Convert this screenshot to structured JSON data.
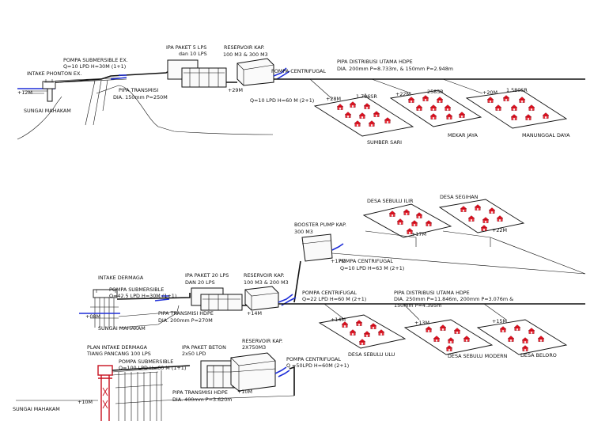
{
  "colors": {
    "house_red": "#e8101e",
    "water_blue": "#1f2fd8",
    "line": "#111111",
    "tower_red": "#c8101e"
  },
  "icons": [
    "house-icon",
    "pump-icon",
    "tank-icon",
    "tower-icon"
  ],
  "system1": {
    "pompa_submersible": [
      "POMPA SUBMERSIBLE EX.",
      "Q=10 LPD H=30M (1+1)"
    ],
    "intake": "INTAKE PHONTON EX.",
    "elev_intake": "+12M",
    "river": "SUNGAI MAHAKAM",
    "pipa_transmisi": [
      "PIPA TRANSMISI",
      "DIA. 150mm P=250M"
    ],
    "ipa_paket": [
      "IPA PAKET 5 LPS",
      "dan 10 LPS"
    ],
    "reservoir": [
      "RESERVOIR KAP.",
      "100 M3 & 300 M3"
    ],
    "elev_reservoir": "+29M",
    "pompa_centrifugal": [
      "POMPA CENTRIFUGAL",
      "Q=10 LPD H=60 M (2+1)"
    ],
    "pipa_distribusi": [
      "PIPA DISTRIBUSI UTAMA HDPE",
      "DIA. 200mm P=8.733m,  & 150mm P=2.948m"
    ],
    "villages": [
      {
        "elev": "+28M",
        "length": "1.796SR",
        "name": "SUMBER SARI"
      },
      {
        "elev": "+22M",
        "length": "258SR",
        "name": "MEKAR JAYA"
      },
      {
        "elev": "+20M",
        "length": "1.580SR",
        "name": "MANUNGGAL DAYA"
      }
    ]
  },
  "system2": {
    "intake": "INTAKE DERMAGA",
    "pompa_submersible": [
      "POMPA SUBMERSIBLE",
      "Q=42.5 LPD H=30M (1+1)"
    ],
    "elev_intake": "+08M",
    "river": "SUNGAI MAHAKAM",
    "pipa_transmisi": [
      "PIPA TRANSMISI HDPE",
      "DIA. 200mm P=270M"
    ],
    "ipa_paket": [
      "IPA PAKET 20 LPS",
      "DAN 20 LPS"
    ],
    "reservoir": [
      "RESERVOIR KAP.",
      "100 M3 & 200 M3"
    ],
    "elev_reservoir": "+14M",
    "pompa_centrifugal": [
      "POMPA CENTRIFUGAL",
      "Q=22 LPD H=60 M (2+1)"
    ],
    "booster": [
      "BOOSTER PUMP KAP.",
      "300 M3"
    ],
    "booster_elev": "+17M",
    "booster_pump": [
      "POMPA CENTRIFUGAL",
      "Q=10 LPD H=63 M (2+1)"
    ],
    "pipa_distribusi": [
      "PIPA DISTRIBUSI UTAMA HDPE",
      "DIA. 250mm P=11.846m, 200mm P=3.076m &",
      "150mm P=4.395m"
    ],
    "upper_villages": [
      {
        "name": "DESA SEBULU ILIR",
        "elev": "+17M"
      },
      {
        "name": "DESA SEGIHAN",
        "elev": "+22M"
      }
    ],
    "lower_villages": [
      {
        "name": "DESA SEBULU ULU",
        "elev": "+14M"
      },
      {
        "name": "DESA SEBULU MODERN",
        "elev": "+13M"
      },
      {
        "name": "DESA BELORO",
        "elev": "+15M"
      }
    ]
  },
  "system3": {
    "plan_intake": [
      "PLAN INTAKE DERMAGA",
      "TIANG PANCANG 100 LPS"
    ],
    "pompa_submersible": [
      "POMPA SUBMERSIBLE",
      "Q=100 LPD H=60 M (1+1)"
    ],
    "ipa_paket": [
      "IPA PAKET BETON",
      "2x50 LPD"
    ],
    "reservoir": [
      "RESERVOIR KAP.",
      "2X750M3"
    ],
    "pompa_centrifugal": [
      "POMPA CENTRIFUGAL",
      "Q =50LPD H=60M (2+1)"
    ],
    "pipa_transmisi": [
      "PIPA TRANSMISI HDPE",
      "DIA. 400mm P=3.620m"
    ],
    "elev_plant": "+10M",
    "elev_intake": "+10M",
    "river": "SUNGAI MAHAKAM"
  }
}
